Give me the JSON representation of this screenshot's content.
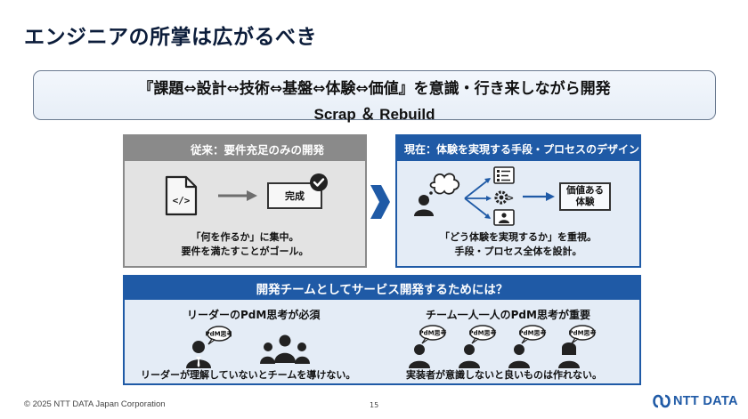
{
  "slide": {
    "title": "エンジニアの所掌は広がるべき",
    "banner_line1": "『課題⇔設計⇔技術⇔基盤⇔体験⇔価値』を意識・行き来しながら開発",
    "banner_line2": "Scrap ＆ Rebuild"
  },
  "old_panel": {
    "header": "従来：要件充足のみの開発",
    "done_label": "完成",
    "caption_line1": "「何を作るか」に集中。",
    "caption_line2": "要件を満たすことがゴール。"
  },
  "new_panel": {
    "header": "現在：体験を実現する手段・プロセスのデザイン",
    "value_line1": "価値ある",
    "value_line2": "体験",
    "caption_line1": "「どう体験を実現するか」を重視。",
    "caption_line2": "手段・プロセス全体を設計。"
  },
  "bottom_panel": {
    "header": "開発チームとしてサービス開発するためには？",
    "leader_heading": "リーダーのPdM思考が必須",
    "leader_bubble": "PdM思考",
    "leader_caption": "リーダーが理解していないとチームを導けない。",
    "member_heading": "チーム一人一人のPdM思考が重要",
    "member_bubble": "PdM思考",
    "member_caption": "実装者が意識しないと良いものは作れない。"
  },
  "footer": {
    "copyright": "© 2025 NTT DATA Japan Corporation",
    "page_number": "15",
    "logo_text": "NTT DATA"
  },
  "colors": {
    "accent_blue": "#1f5aa6",
    "old_gray": "#8a8a8a",
    "title_navy": "#0b1c3a"
  }
}
